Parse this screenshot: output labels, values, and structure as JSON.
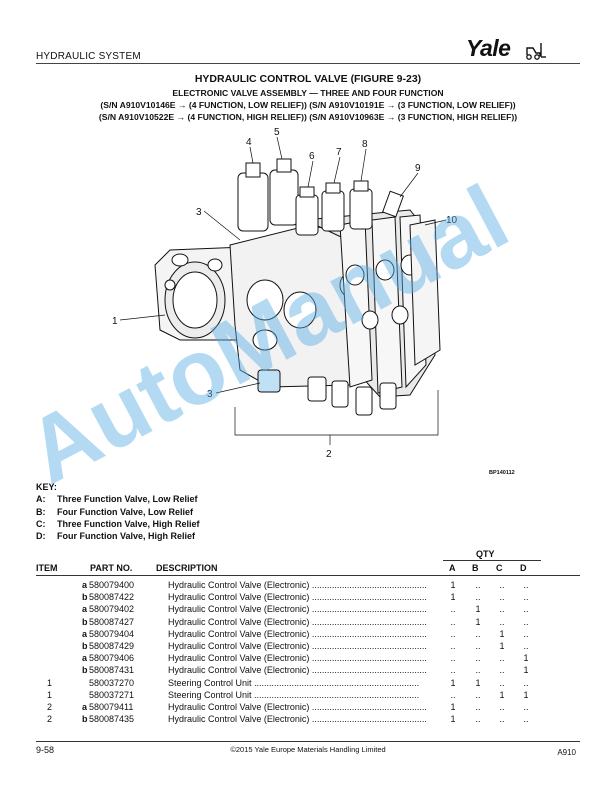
{
  "header": {
    "section": "HYDRAULIC SYSTEM",
    "brand": "Yale"
  },
  "titles": {
    "main": "HYDRAULIC CONTROL VALVE (FIGURE 9-23)",
    "sub1": "ELECTRONIC VALVE ASSEMBLY — THREE AND FOUR FUNCTION",
    "sub2": "(S/N A910V10146E → (4 FUNCTION, LOW RELIEF))  (S/N A910V10191E → (3 FUNCTION, LOW RELIEF))",
    "sub3": "(S/N A910V10522E → (4 FUNCTION, HIGH RELIEF))  (S/N A910V10963E → (3 FUNCTION, HIGH RELIEF))"
  },
  "figure": {
    "code": "BP140112",
    "callouts": [
      "1",
      "2",
      "3",
      "3",
      "4",
      "5",
      "6",
      "7",
      "8",
      "9",
      "10"
    ]
  },
  "watermark": "AutoManual",
  "key": {
    "title": "KEY:",
    "items": [
      {
        "letter": "A:",
        "text": "Three Function Valve, Low Relief"
      },
      {
        "letter": "B:",
        "text": "Four Function Valve, Low Relief"
      },
      {
        "letter": "C:",
        "text": "Three Function Valve, High Relief"
      },
      {
        "letter": "D:",
        "text": "Four Function Valve, High Relief"
      }
    ]
  },
  "table": {
    "qty_label": "QTY",
    "headers": {
      "item": "ITEM",
      "part": "PART NO.",
      "desc": "DESCRIPTION",
      "a": "A",
      "b": "B",
      "c": "C",
      "d": "D"
    },
    "rows": [
      {
        "item": "",
        "var": "a",
        "part": "580079400",
        "desc": "Hydraulic Control Valve (Electronic) ..............................................",
        "a": "1",
        "b": "..",
        "c": "..",
        "d": ".."
      },
      {
        "item": "",
        "var": "b",
        "part": "580087422",
        "desc": "Hydraulic Control Valve (Electronic) ..............................................",
        "a": "1",
        "b": "..",
        "c": "..",
        "d": ".."
      },
      {
        "item": "",
        "var": "a",
        "part": "580079402",
        "desc": "Hydraulic Control Valve (Electronic) ..............................................",
        "a": "..",
        "b": "1",
        "c": "..",
        "d": ".."
      },
      {
        "item": "",
        "var": "b",
        "part": "580087427",
        "desc": "Hydraulic Control Valve (Electronic) ..............................................",
        "a": "..",
        "b": "1",
        "c": "..",
        "d": ".."
      },
      {
        "item": "",
        "var": "a",
        "part": "580079404",
        "desc": "Hydraulic Control Valve (Electronic) ..............................................",
        "a": "..",
        "b": "..",
        "c": "1",
        "d": ".."
      },
      {
        "item": "",
        "var": "b",
        "part": "580087429",
        "desc": "Hydraulic Control Valve (Electronic) ..............................................",
        "a": "..",
        "b": "..",
        "c": "1",
        "d": ".."
      },
      {
        "item": "",
        "var": "a",
        "part": "580079406",
        "desc": "Hydraulic Control Valve (Electronic) ..............................................",
        "a": "..",
        "b": "..",
        "c": "..",
        "d": "1"
      },
      {
        "item": "",
        "var": "b",
        "part": "580087431",
        "desc": "Hydraulic Control Valve (Electronic) ..............................................",
        "a": "..",
        "b": "..",
        "c": "..",
        "d": "1"
      },
      {
        "item": "1",
        "var": "",
        "part": "580037270",
        "desc": "Steering Control Unit ..................................................................",
        "a": "1",
        "b": "1",
        "c": "..",
        "d": ".."
      },
      {
        "item": "1",
        "var": "",
        "part": "580037271",
        "desc": "Steering Control Unit ..................................................................",
        "a": "..",
        "b": "..",
        "c": "1",
        "d": "1"
      },
      {
        "item": "2",
        "var": "a",
        "part": "580079411",
        "desc": "Hydraulic Control Valve (Electronic) ..............................................",
        "a": "1",
        "b": "..",
        "c": "..",
        "d": ".."
      },
      {
        "item": "2",
        "var": "b",
        "part": "580087435",
        "desc": "Hydraulic Control Valve (Electronic) ..............................................",
        "a": "1",
        "b": "..",
        "c": "..",
        "d": ".."
      }
    ]
  },
  "footer": {
    "page": "9-58",
    "copyright": "©2015 Yale Europe Materials Handling Limited",
    "model": "A910"
  }
}
